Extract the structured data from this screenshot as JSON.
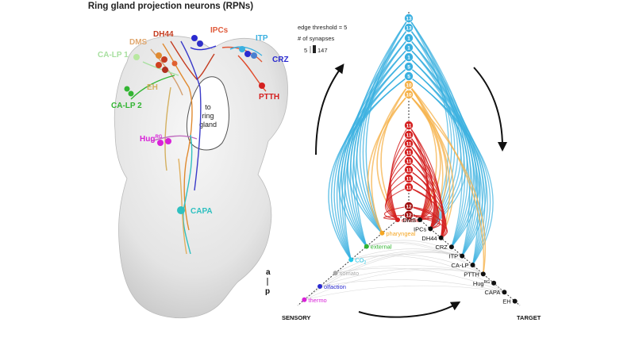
{
  "title": "Ring gland projection neurons (RPNs)",
  "brain_labels": {
    "dms": "DMS",
    "dh44": "DH44",
    "ipcs": "IPCs",
    "itp": "ITP",
    "crz": "CRZ",
    "ca_lp1": "CA-LP 1",
    "ca_lp2": "CA-LP 2",
    "eh": "EH",
    "ptth": "PTTH",
    "hug": "Hug",
    "hug_sup": "RG",
    "capa": "CAPA",
    "ring_gland_1": "to",
    "ring_gland_2": "ring",
    "ring_gland_3": "gland"
  },
  "axis_marker": {
    "a": "a",
    "p": "p"
  },
  "legend": {
    "threshold": "edge threshold = 5",
    "synapses": "# of synapses",
    "min": "5",
    "max": "147"
  },
  "layer_nodes": {
    "blue": [
      "13",
      "13",
      "1",
      "1",
      "1",
      "5",
      "5"
    ],
    "orange": [
      "10",
      "10"
    ],
    "red": [
      "11",
      "11",
      "11",
      "11",
      "11",
      "11",
      "11",
      "11",
      "12",
      "12"
    ]
  },
  "sensory_nodes": [
    {
      "label": "enteric",
      "color": "#d42020"
    },
    {
      "label": "pharyngeal",
      "color": "#f5a623"
    },
    {
      "label": "external",
      "color": "#33b533"
    },
    {
      "label": "CO",
      "sub": "2",
      "color": "#22c8e8"
    },
    {
      "label": "somato",
      "color": "#aaaaaa"
    },
    {
      "label": "olfaction",
      "color": "#2a2ad0"
    },
    {
      "label": "thermo",
      "color": "#d822d8"
    }
  ],
  "target_nodes": [
    "DMS",
    "IPCs",
    "DH44",
    "CRZ",
    "ITP",
    "CA-LP",
    "PTTH",
    "Hug",
    "CAPA",
    "EH"
  ],
  "target_hug_sup": "RG",
  "axis_labels": {
    "sensory": "SENSORY",
    "target": "TARGET"
  },
  "colors": {
    "blue": "#3ab0e0",
    "orange": "#f5b24a",
    "red": "#d42020",
    "darkred": "#a01010"
  }
}
